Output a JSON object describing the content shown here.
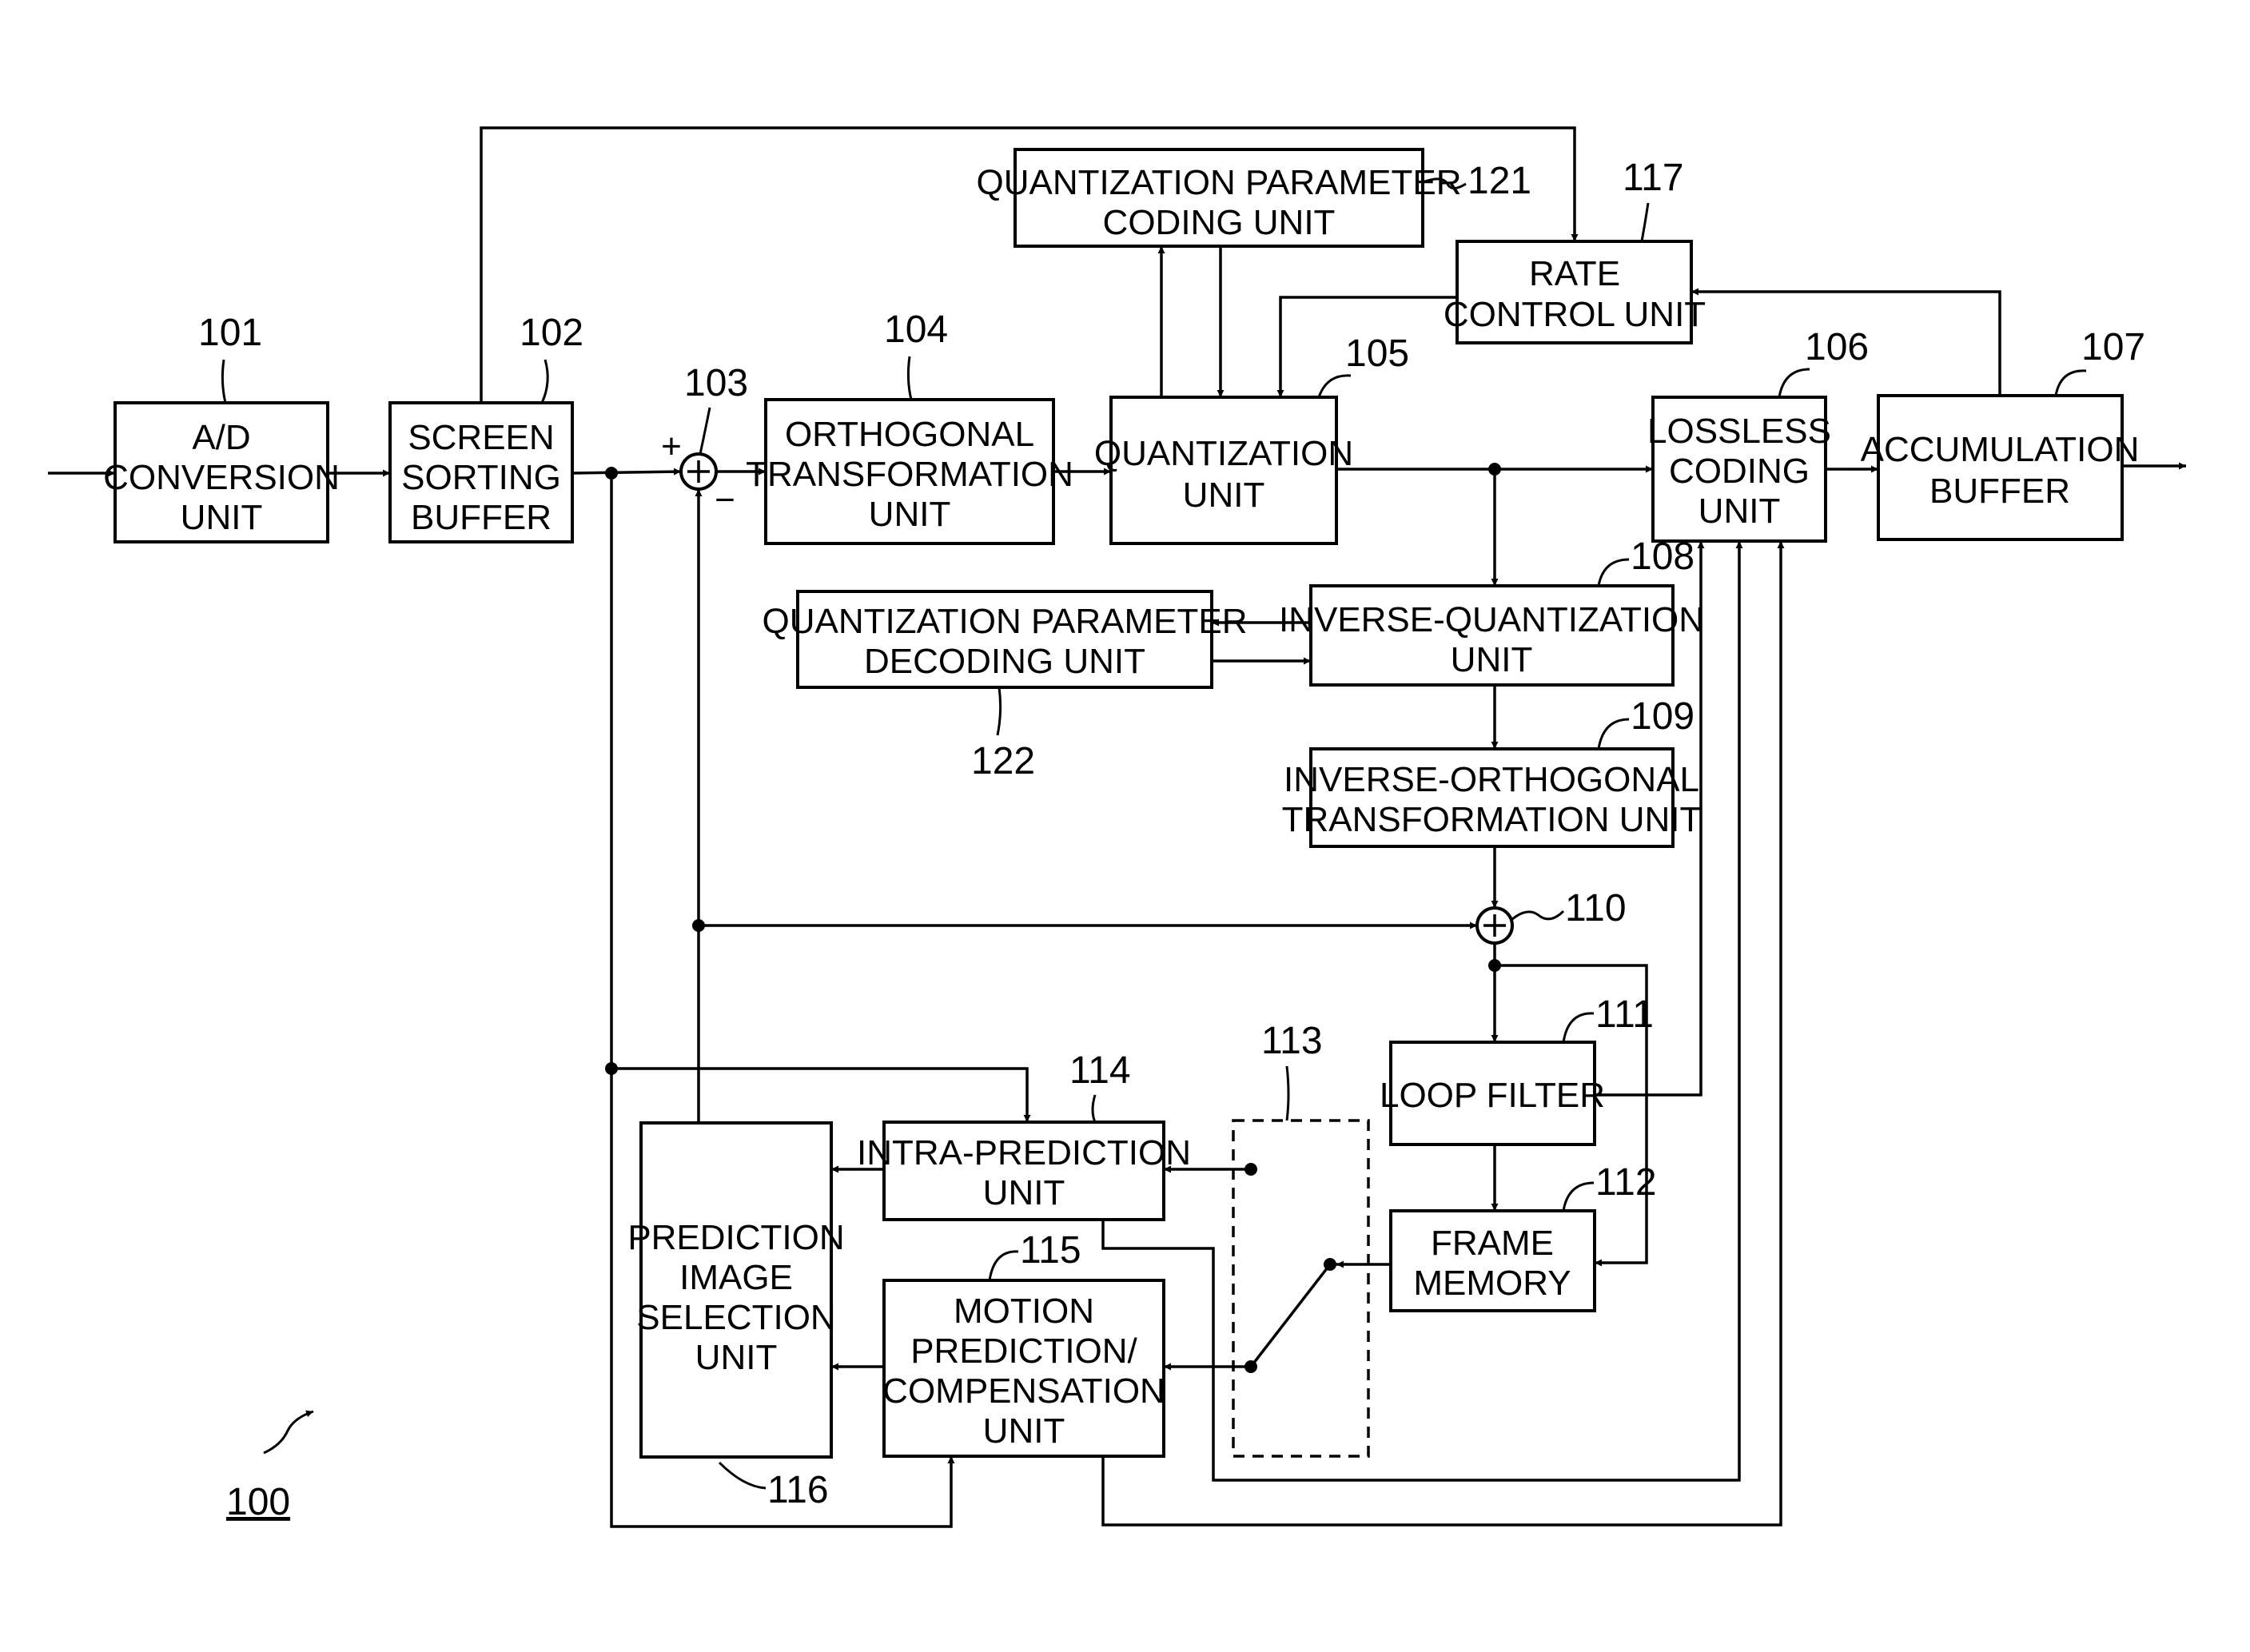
{
  "blocks": {
    "ad": {
      "ref": "101",
      "lines": [
        "A/D",
        "CONVERSION",
        "UNIT"
      ]
    },
    "ssb": {
      "ref": "102",
      "lines": [
        "SCREEN",
        "SORTING",
        "BUFFER"
      ]
    },
    "add103": {
      "ref": "103"
    },
    "ortho": {
      "ref": "104",
      "lines": [
        "ORTHOGONAL",
        "TRANSFORMATION",
        "UNIT"
      ]
    },
    "quant": {
      "ref": "105",
      "lines": [
        "QUANTIZATION",
        "UNIT"
      ]
    },
    "lossless": {
      "ref": "106",
      "lines": [
        "LOSSLESS",
        "CODING",
        "UNIT"
      ]
    },
    "accum": {
      "ref": "107",
      "lines": [
        "ACCUMULATION",
        "BUFFER"
      ]
    },
    "invq": {
      "ref": "108",
      "lines": [
        "INVERSE-QUANTIZATION",
        "UNIT"
      ]
    },
    "invo": {
      "ref": "109",
      "lines": [
        "INVERSE-ORTHOGONAL",
        "TRANSFORMATION UNIT"
      ]
    },
    "add110": {
      "ref": "110"
    },
    "loop": {
      "ref": "111",
      "lines": [
        "LOOP FILTER"
      ]
    },
    "frame": {
      "ref": "112",
      "lines": [
        "FRAME",
        "MEMORY"
      ]
    },
    "switch": {
      "ref": "113"
    },
    "intra": {
      "ref": "114",
      "lines": [
        "INTRA-PREDICTION",
        "UNIT"
      ]
    },
    "motion": {
      "ref": "115",
      "lines": [
        "MOTION",
        "PREDICTION/",
        "COMPENSATION",
        "UNIT"
      ]
    },
    "predsel": {
      "ref": "116",
      "lines": [
        "PREDICTION",
        "IMAGE",
        "SELECTION",
        "UNIT"
      ]
    },
    "rate": {
      "ref": "117",
      "lines": [
        "RATE",
        "CONTROL UNIT"
      ]
    },
    "qpc": {
      "ref": "121",
      "lines": [
        "QUANTIZATION PARAMETER",
        "CODING UNIT"
      ]
    },
    "qpd": {
      "ref": "122",
      "lines": [
        "QUANTIZATION PARAMETER",
        "DECODING UNIT"
      ]
    }
  },
  "signs": {
    "plus": "+",
    "minus": "−"
  },
  "figure_ref": "100"
}
